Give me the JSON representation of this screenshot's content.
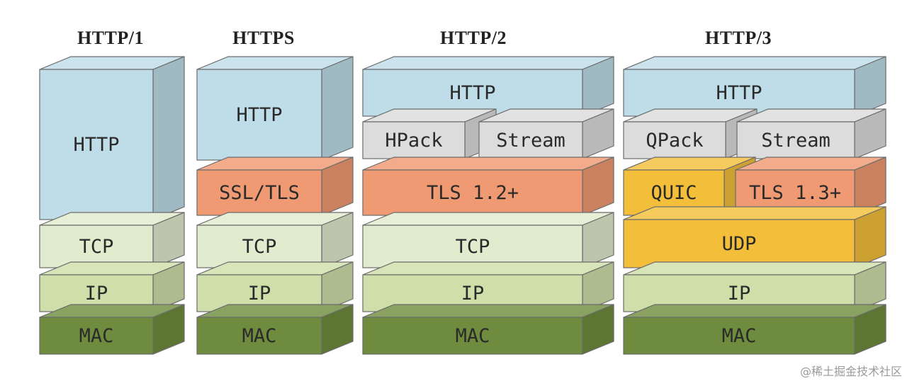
{
  "columns": [
    {
      "title": "HTTP/1",
      "layers": [
        {
          "id": "http",
          "label": "HTTP",
          "kind": "http"
        },
        {
          "id": "tcp",
          "label": "TCP",
          "kind": "tcp"
        },
        {
          "id": "ip",
          "label": "IP",
          "kind": "ip"
        },
        {
          "id": "mac",
          "label": "MAC",
          "kind": "mac"
        }
      ]
    },
    {
      "title": "HTTPS",
      "layers": [
        {
          "id": "http",
          "label": "HTTP",
          "kind": "http"
        },
        {
          "id": "ssl-tls",
          "label": "SSL/TLS",
          "kind": "tls"
        },
        {
          "id": "tcp",
          "label": "TCP",
          "kind": "tcp"
        },
        {
          "id": "ip",
          "label": "IP",
          "kind": "ip"
        },
        {
          "id": "mac",
          "label": "MAC",
          "kind": "mac"
        }
      ]
    },
    {
      "title": "HTTP/2",
      "layers": [
        {
          "id": "http",
          "label": "HTTP",
          "kind": "http"
        },
        {
          "id": "hpack",
          "label": "HPack",
          "kind": "gray"
        },
        {
          "id": "stream",
          "label": "Stream",
          "kind": "gray"
        },
        {
          "id": "tls",
          "label": "TLS 1.2+",
          "kind": "tls"
        },
        {
          "id": "tcp",
          "label": "TCP",
          "kind": "tcp"
        },
        {
          "id": "ip",
          "label": "IP",
          "kind": "ip"
        },
        {
          "id": "mac",
          "label": "MAC",
          "kind": "mac"
        }
      ]
    },
    {
      "title": "HTTP/3",
      "layers": [
        {
          "id": "http",
          "label": "HTTP",
          "kind": "http"
        },
        {
          "id": "qpack",
          "label": "QPack",
          "kind": "gray"
        },
        {
          "id": "stream",
          "label": "Stream",
          "kind": "gray"
        },
        {
          "id": "quic",
          "label": "QUIC",
          "kind": "quic"
        },
        {
          "id": "tls",
          "label": "TLS 1.3+",
          "kind": "tls"
        },
        {
          "id": "udp",
          "label": "UDP",
          "kind": "quic"
        },
        {
          "id": "ip",
          "label": "IP",
          "kind": "ip"
        },
        {
          "id": "mac",
          "label": "MAC",
          "kind": "mac"
        }
      ]
    }
  ],
  "colors": {
    "http": "#bfdde8",
    "gray": "#dcdcdc",
    "tls": "#ef9a72",
    "quic": "#f3bf3a",
    "tcp": "#e1ebcd",
    "ip": "#cfdfaa",
    "mac": "#6f8c3e"
  },
  "watermark": "@稀土掘金技术社区"
}
